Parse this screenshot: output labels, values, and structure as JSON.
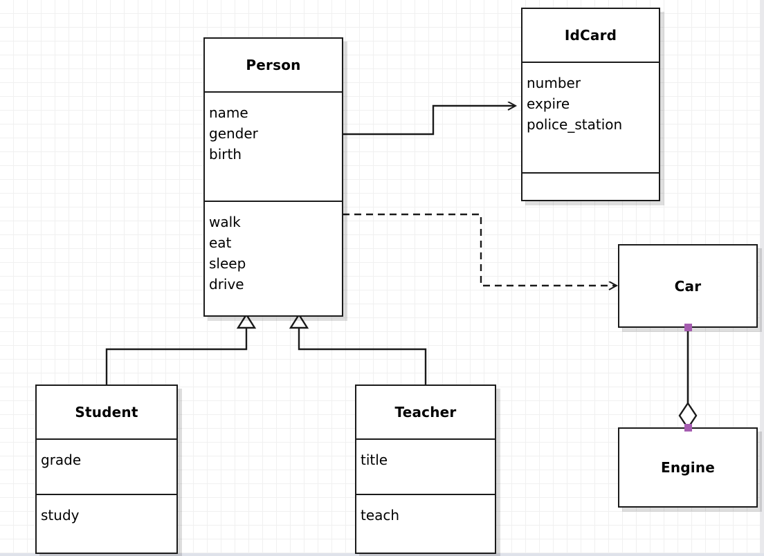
{
  "diagram": {
    "type": "uml-class-diagram",
    "background": "#ffffff",
    "grid_color": "#f0f0f0",
    "line_color": "#1a1a1a",
    "handle_color": "#a55cb0"
  },
  "classes": {
    "person": {
      "name": "Person",
      "attributes": [
        "name",
        "gender",
        "birth"
      ],
      "methods": [
        "walk",
        "eat",
        "sleep",
        "drive"
      ]
    },
    "idcard": {
      "name": "IdCard",
      "attributes": [
        "number",
        "expire",
        "police_station"
      ],
      "methods": []
    },
    "student": {
      "name": "Student",
      "attributes": [
        "grade"
      ],
      "methods": [
        "study"
      ]
    },
    "teacher": {
      "name": "Teacher",
      "attributes": [
        "title"
      ],
      "methods": [
        "teach"
      ]
    },
    "car": {
      "name": "Car",
      "attributes": [],
      "methods": []
    },
    "engine": {
      "name": "Engine",
      "attributes": [],
      "methods": []
    }
  },
  "relationships": [
    {
      "id": "person-idcard",
      "kind": "association",
      "from": "Person",
      "to": "IdCard",
      "line_style": "solid",
      "arrow": "open-arrow"
    },
    {
      "id": "person-car",
      "kind": "dependency",
      "from": "Person",
      "to": "Car",
      "line_style": "dashed",
      "arrow": "open-arrow"
    },
    {
      "id": "student-person",
      "kind": "generalization",
      "from": "Student",
      "to": "Person",
      "line_style": "solid",
      "arrow": "hollow-triangle"
    },
    {
      "id": "teacher-person",
      "kind": "generalization",
      "from": "Teacher",
      "to": "Person",
      "line_style": "solid",
      "arrow": "hollow-triangle"
    },
    {
      "id": "car-engine",
      "kind": "aggregation",
      "from": "Car",
      "to": "Engine",
      "line_style": "solid",
      "arrow": "hollow-diamond",
      "selected": true
    }
  ]
}
